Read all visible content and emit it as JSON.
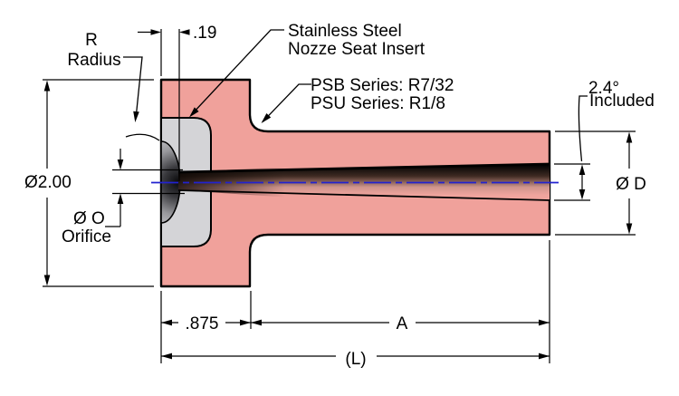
{
  "labels": {
    "radius_symbol": "R",
    "radius_word": "Radius",
    "seat_depth": ".19",
    "insert_line1": "Stainless Steel",
    "insert_line2": "Nozze Seat Insert",
    "series_line1": "PSB Series: R7/32",
    "series_line2": "PSU Series: R1/8",
    "angle_value": "2.4°",
    "angle_word": "Included",
    "outer_diameter": "Ø2.00",
    "orifice_symbol": "Ø O",
    "orifice_word": "Orifice",
    "flange_width": ".875",
    "barrel_length": "A",
    "overall_length": "(L)",
    "exit_diameter": "Ø D"
  },
  "colors": {
    "body_pink": "#f0a19b",
    "insert_gray": "#d4d4d7",
    "centerline_blue": "#2222cf",
    "line_black": "#000000"
  }
}
